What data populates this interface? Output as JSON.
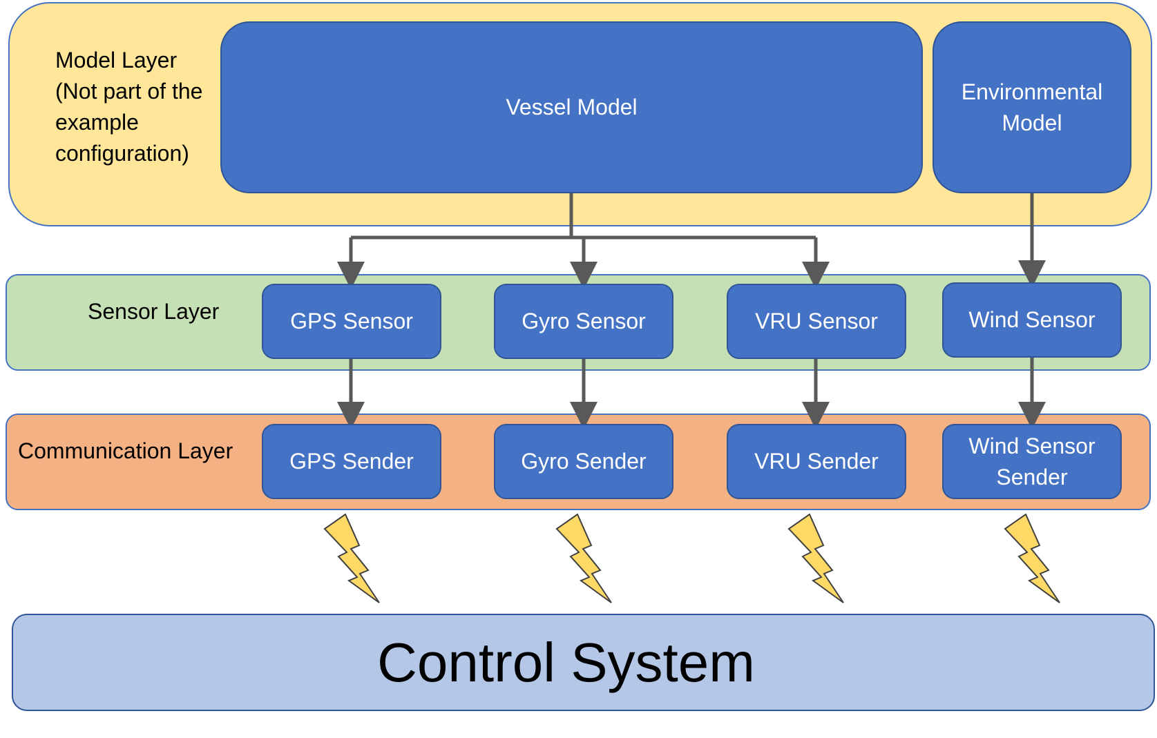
{
  "layers": {
    "model": {
      "label": "Model Layer (Not part of the example configuration)"
    },
    "sensor": {
      "label": "Sensor Layer"
    },
    "communication": {
      "label": "Communication Layer"
    },
    "control": {
      "label": "Control System"
    }
  },
  "models": {
    "vessel": "Vessel Model",
    "environmental": "Environmental Model"
  },
  "sensors": {
    "gps": "GPS Sensor",
    "gyro": "Gyro Sensor",
    "vru": "VRU Sensor",
    "wind": "Wind Sensor"
  },
  "senders": {
    "gps": "GPS Sender",
    "gyro": "Gyro Sender",
    "vru": "VRU Sender",
    "wind": "Wind Sensor Sender"
  },
  "colors": {
    "model_layer": "#ffe699",
    "sensor_layer": "#c5e0b4",
    "communication_layer": "#f4b183",
    "control_layer": "#b4c7e7",
    "box_fill": "#4472c4",
    "box_border": "#2f5597",
    "connector": "#595959",
    "lightning": "#ffd966"
  },
  "icons": [
    "lightning-bolt-icon"
  ]
}
